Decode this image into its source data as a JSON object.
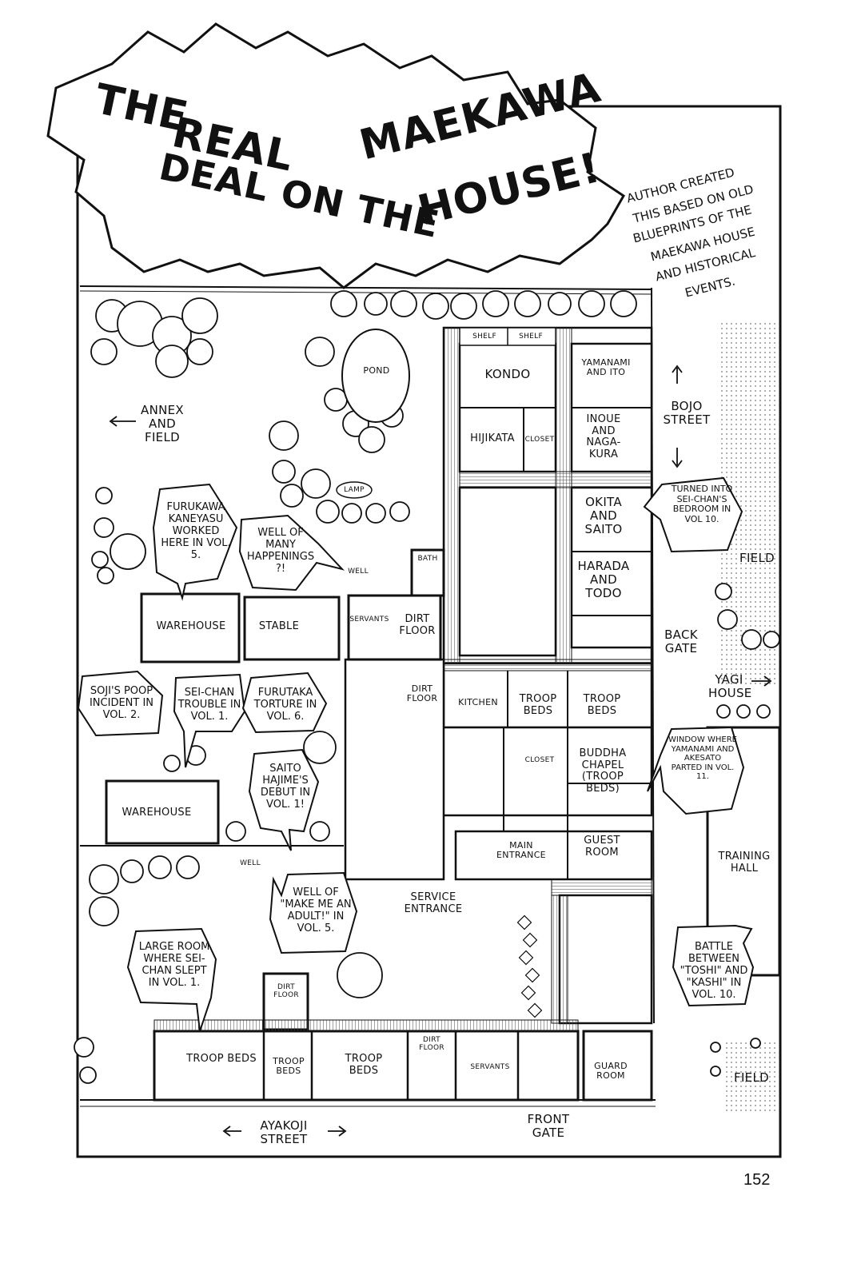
{
  "title": {
    "line1": "THE",
    "line2": "REAL",
    "line3": "DEAL ON THE",
    "line4": "MAEKAWA",
    "line5": "HOUSE!"
  },
  "note": {
    "line1": "AUTHOR CREATED",
    "line2": "THIS BASED ON OLD",
    "line3": "BLUEPRINTS OF THE",
    "line4": "MAEKAWA HOUSE",
    "line5": "AND HISTORICAL",
    "line6": "EVENTS."
  },
  "rooms": {
    "shelf": "SHELF",
    "kondo": "KONDO",
    "yamanami_ito": "YAMANAMI AND ITO",
    "hijikata": "HIJIKATA",
    "closet": "CLOSET",
    "inoue": "INOUE AND NAGA-KURA",
    "okita": "OKITA AND SAITO",
    "harada": "HARADA AND TODO",
    "bath": "BATH",
    "servants": "SERVANTS",
    "dirt_floor": "DIRT FLOOR",
    "kitchen": "KITCHEN",
    "troop_beds": "TROOP BEDS",
    "buddha": "BUDDHA CHAPEL (TROOP BEDS)",
    "main_entrance": "MAIN ENTRANCE",
    "guest_room": "GUEST ROOM",
    "guard_room": "GUARD ROOM",
    "warehouse": "WAREHOUSE",
    "stable": "STABLE",
    "training_hall": "TRAINING HALL",
    "well": "WELL",
    "lamp": "LAMP",
    "pond": "POND"
  },
  "places": {
    "annex": "ANNEX AND FIELD",
    "bojo": "BOJO STREET",
    "field": "FIELD",
    "back_gate": "BACK GATE",
    "yagi": "YAGI HOUSE",
    "service_entrance": "SERVICE ENTRANCE",
    "front_gate": "FRONT GATE",
    "ayakoji": "AYAKOJI STREET"
  },
  "bubbles": {
    "furukawa": "FURUKAWA KANEYASU WORKED HERE IN VOL. 5.",
    "well_happenings": "WELL OF MANY HAPPENINGS ?!",
    "turned": "TURNED INTO SEI-CHAN'S BEDROOM IN VOL 10.",
    "soji": "SOJI'S POOP INCIDENT IN VOL. 2.",
    "seichan_trouble": "SEI-CHAN TROUBLE IN VOL. 1.",
    "furutaka": "FURUTAKA TORTURE IN VOL. 6.",
    "saito_debut": "SAITO HAJIME'S DEBUT IN VOL. 1!",
    "window": "WINDOW WHERE YAMANAMI AND AKESATO PARTED IN VOL. 11.",
    "well_adult": "WELL OF \"MAKE ME AN ADULT!\" IN VOL. 5.",
    "large_room": "LARGE ROOM WHERE SEI-CHAN SLEPT IN VOL. 1.",
    "battle": "BATTLE BETWEEN \"TOSHI\" AND \"KASHI\" IN VOL. 10."
  },
  "page_number": "152"
}
